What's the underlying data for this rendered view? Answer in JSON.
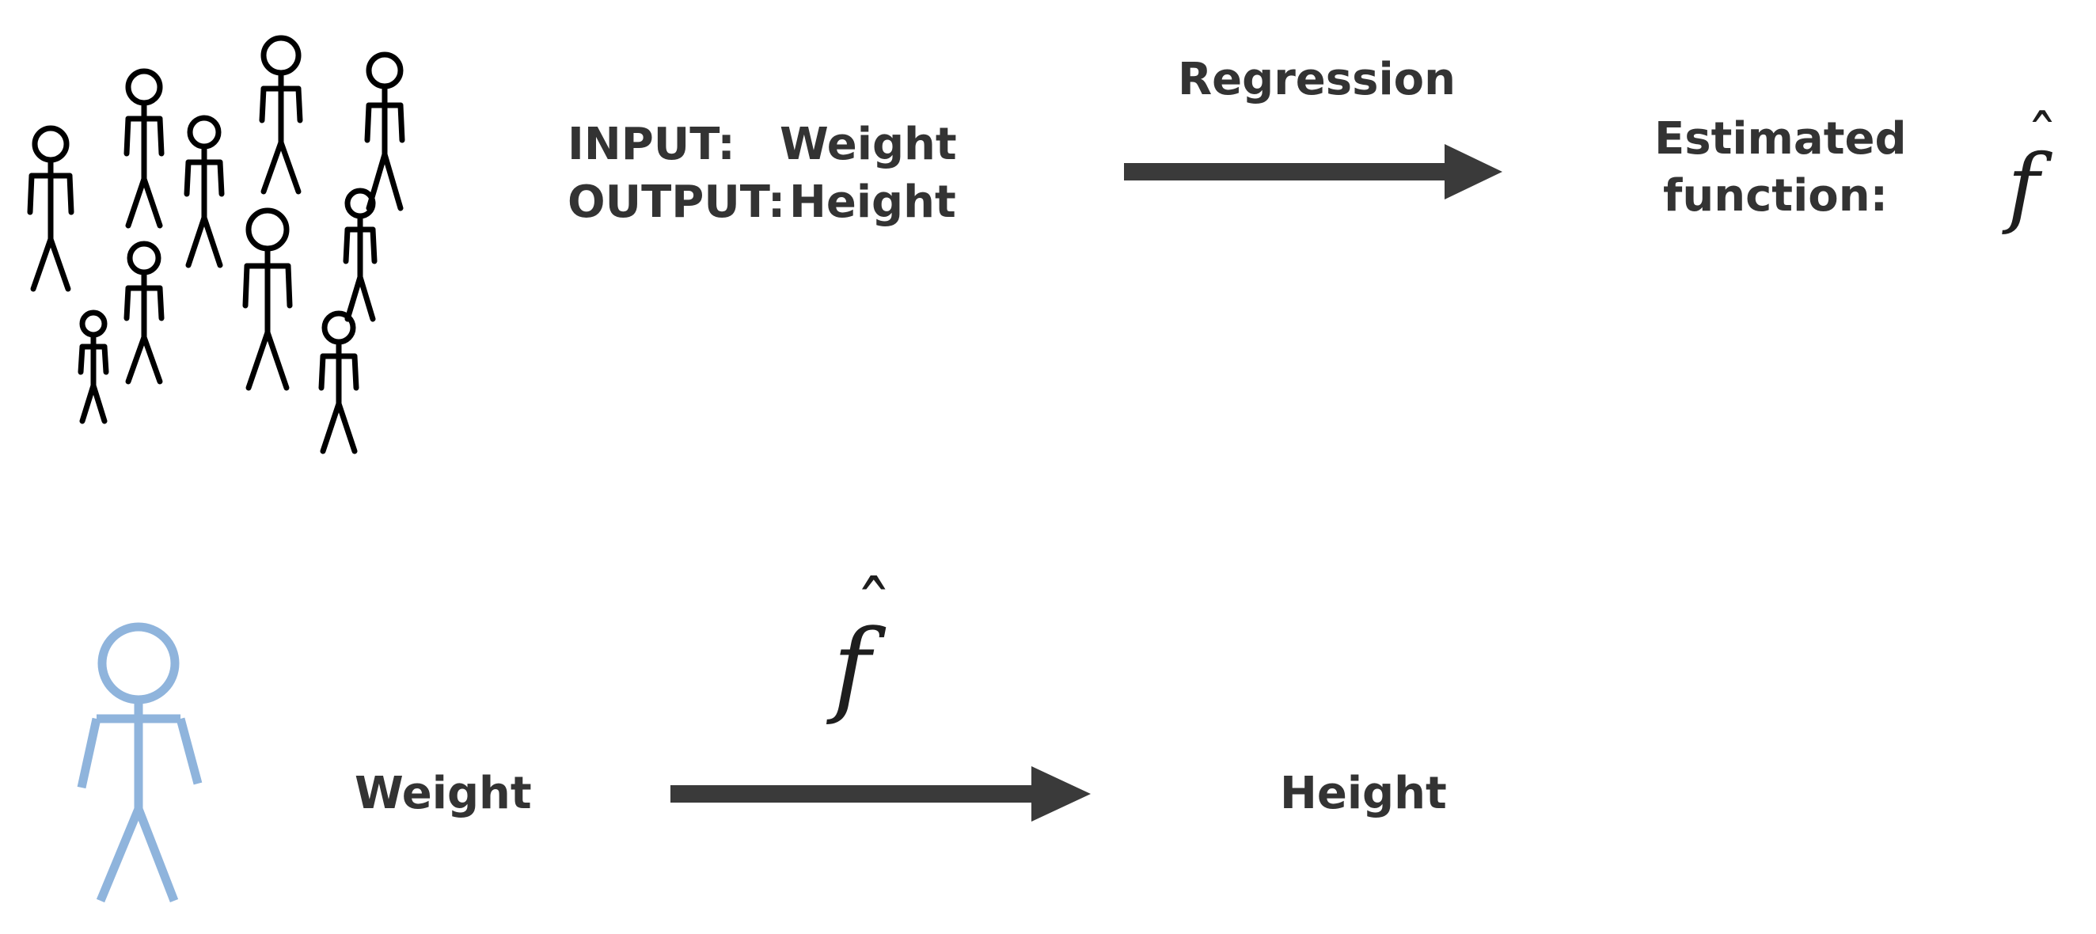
{
  "top_row": {
    "input_label": "INPUT:",
    "input_value": "Weight",
    "output_label": "OUTPUT:",
    "output_value": "Height",
    "arrow_label": "Regression",
    "estimated_line1": "Estimated",
    "estimated_line2": "function:",
    "symbol": "f",
    "hat": "ˆ"
  },
  "bottom_row": {
    "input_text": "Weight",
    "symbol": "f",
    "hat": "ˆ",
    "output_text": "Height"
  },
  "colors": {
    "text": "#333333",
    "arrow": "#3a3a3a",
    "stick_figure_group": "#000000",
    "stick_figure_single": "#8fb4dc"
  },
  "icons": {
    "group": "stick-figure-group-icon",
    "single": "stick-figure-icon"
  }
}
